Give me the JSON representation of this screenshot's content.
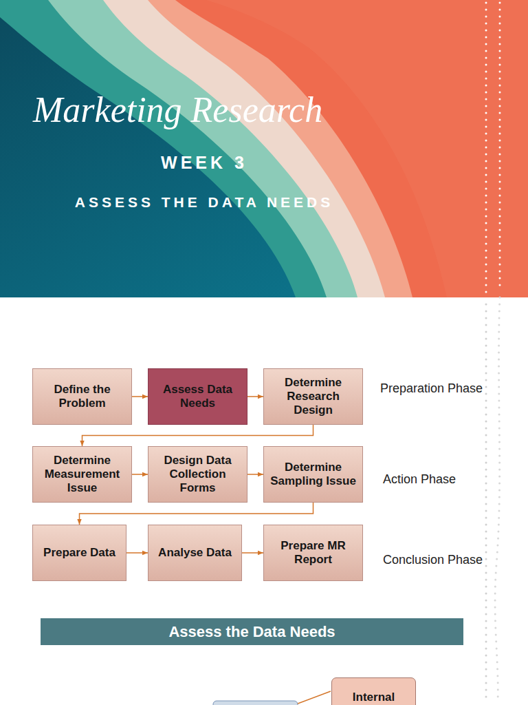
{
  "diagram": {
    "title": "Marketing Research",
    "nodes": [
      {
        "text": [
          "Define the Problem"
        ]
      },
      {
        "text": [
          "Assess Data Needs"
        ]
      },
      {
        "text": [
          "Determine Research Design"
        ]
      },
      {
        "text": [
          "Determine Measurement Issue"
        ]
      },
      {
        "text": [
          "Design Data Collection Forms"
        ]
      },
      {
        "text": [
          "Determine Sampling Issue"
        ]
      },
      {
        "text": [
          "Prepare Data"
        ]
      },
      {
        "text": [
          "Analyse Data"
        ]
      },
      {
        "text": [
          "Prepare MR Report"
        ]
      },
      {
        "text": [
          "Assess the Data Needs"
        ]
      },
      {
        "text": [
          "Internal"
        ]
      }
    ],
    "edges": [
      {
        "from": 0,
        "to": 1,
        "arrow": "to"
      },
      {
        "from": 1,
        "to": 2,
        "arrow": "to"
      },
      {
        "from": 2,
        "to": 3,
        "arrow": "to"
      },
      {
        "from": 3,
        "to": 4,
        "arrow": "to"
      },
      {
        "from": 4,
        "to": 5,
        "arrow": "to"
      },
      {
        "from": 5,
        "to": 6,
        "arrow": "to"
      },
      {
        "from": 6,
        "to": 7,
        "arrow": "to"
      },
      {
        "from": 7,
        "to": 8,
        "arrow": "to"
      }
    ],
    "labels": [
      "WEEK 3",
      "ASSESS THE DATA NEEDS",
      "Preparation Phase",
      "Action Phase",
      "Conclusion Phase"
    ]
  }
}
